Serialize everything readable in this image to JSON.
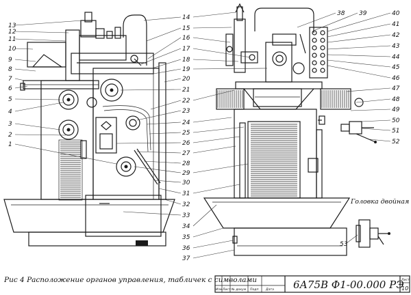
{
  "left_labels": [
    "13",
    "12",
    "11",
    "10",
    "9",
    "8",
    "7",
    "6",
    "5",
    "4",
    "3",
    "2",
    "1"
  ],
  "mid_labels": [
    "14",
    "15",
    "16",
    "17",
    "18",
    "19",
    "20",
    "21",
    "22",
    "23",
    "24",
    "25",
    "26",
    "27",
    "28",
    "29",
    "30",
    "31",
    "32",
    "33",
    "34",
    "35",
    "36",
    "37"
  ],
  "right_labels": [
    "38",
    "39",
    "40",
    "41",
    "42",
    "43",
    "44",
    "45",
    "46",
    "47",
    "48",
    "49",
    "50",
    "51",
    "52"
  ],
  "inset": {
    "label": "Головка двойная",
    "callout": "53"
  },
  "caption": "Рис 4 Расположение органов управления, табличек с символами",
  "title_block": {
    "designation": "6А75В Ф1-00.000 РЭ",
    "sheet_label": "Лист",
    "sheet_number": "10",
    "headers": [
      "Изм",
      "Лист",
      "№ докум",
      "Подп",
      "Дата"
    ]
  }
}
